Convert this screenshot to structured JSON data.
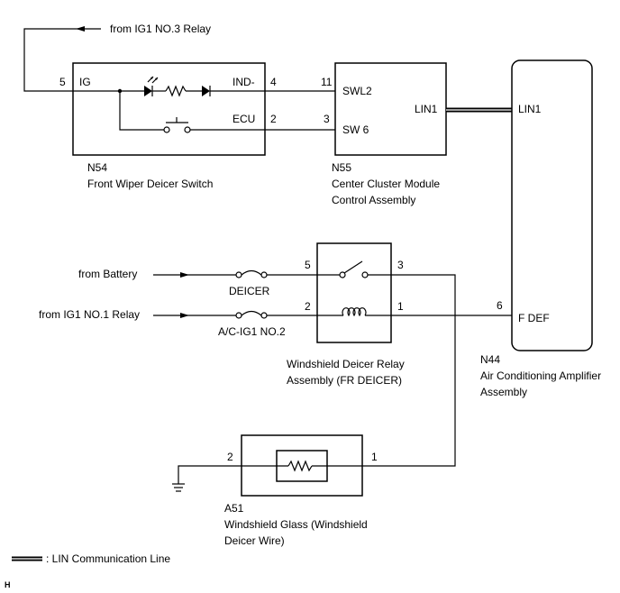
{
  "labels": {
    "from_ig1_no3": "from IG1 NO.3 Relay",
    "from_battery": "from Battery",
    "from_ig1_no1": "from IG1 NO.1 Relay",
    "h_mark": "H"
  },
  "n54": {
    "code": "N54",
    "name": "Front Wiper Deicer Switch",
    "pin_ig_num": "5",
    "pin_ig": "IG",
    "pin_ind_num": "4",
    "pin_ind": "IND-",
    "pin_ecu_num": "2",
    "pin_ecu": "ECU"
  },
  "n55": {
    "code": "N55",
    "name_line1": "Center Cluster Module",
    "name_line2": "Control Assembly",
    "pin_swl2_num": "11",
    "pin_swl2": "SWL2",
    "pin_sw6_num": "3",
    "pin_sw6": "SW 6",
    "pin_lin1": "LIN1"
  },
  "n44": {
    "code": "N44",
    "name_line1": "Air Conditioning Amplifier",
    "name_line2": "Assembly",
    "pin_lin1": "LIN1",
    "pin_fdef_num": "6",
    "pin_fdef": "F DEF"
  },
  "relay": {
    "name_line1": "Windshield Deicer Relay",
    "name_line2": "Assembly (FR DEICER)",
    "pin5": "5",
    "pin3": "3",
    "pin2": "2",
    "pin1": "1"
  },
  "fuses": {
    "deicer": "DEICER",
    "acig1": "A/C-IG1 NO.2"
  },
  "a51": {
    "code": "A51",
    "name_line1": "Windshield Glass (Windshield",
    "name_line2": "Deicer Wire)",
    "pin2": "2",
    "pin1": "1"
  },
  "legend": {
    "text": ": LIN Communication Line"
  }
}
